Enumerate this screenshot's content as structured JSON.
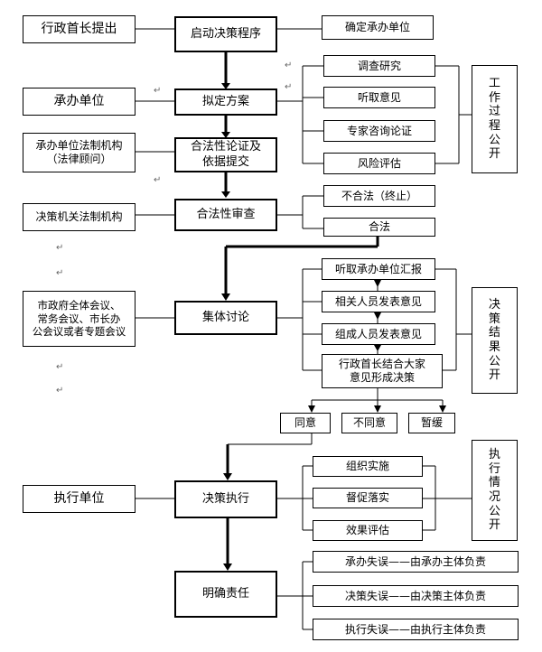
{
  "left_boxes": {
    "proposer": "行政首长提出",
    "host_unit": "承办单位",
    "host_legal": "承办单位法制机构\n（法律顾问）",
    "decision_legal": "决策机关法制机构",
    "meetings": "市政府全体会议、\n常务会议、市长办\n公会议或者专题会议",
    "exec_unit": "执行单位"
  },
  "main_steps": {
    "start": "启动决策程序",
    "draft": "拟定方案",
    "legality_review": "合法性论证及\n依据提交",
    "legal_review": "合法性审查",
    "group_discussion": "集体讨论",
    "execution": "决策执行",
    "responsibility": "明确责任"
  },
  "right_boxes": {
    "confirm_unit": "确定承办单位",
    "survey": "调查研究",
    "opinions": "听取意见",
    "expert": "专家咨询论证",
    "risk": "风险评估",
    "illegal": "不合法（终止）",
    "legal": "合法",
    "report": "听取承办单位汇报",
    "staff_views": "相关人员发表意见",
    "member_views": "组成人员发表意见",
    "head_decides": "行政首长结合大家\n意见形成决策",
    "agree": "同意",
    "disagree": "不同意",
    "postpone": "暂缓",
    "organize": "组织实施",
    "supervise": "督促落实",
    "evaluate": "效果评估",
    "host_error": "承办失误——由承办主体负责",
    "decision_error": "决策失误——由决策主体负责",
    "exec_error": "执行失误——由执行主体负责"
  },
  "vertical_boxes": {
    "work_public": [
      "工",
      "作",
      "过",
      "程",
      "公",
      "开"
    ],
    "result_public": [
      "决",
      "策",
      "结",
      "果",
      "公",
      "开"
    ],
    "exec_public": [
      "执",
      "行",
      "情",
      "况",
      "公",
      "开"
    ]
  },
  "para_mark": "↵"
}
